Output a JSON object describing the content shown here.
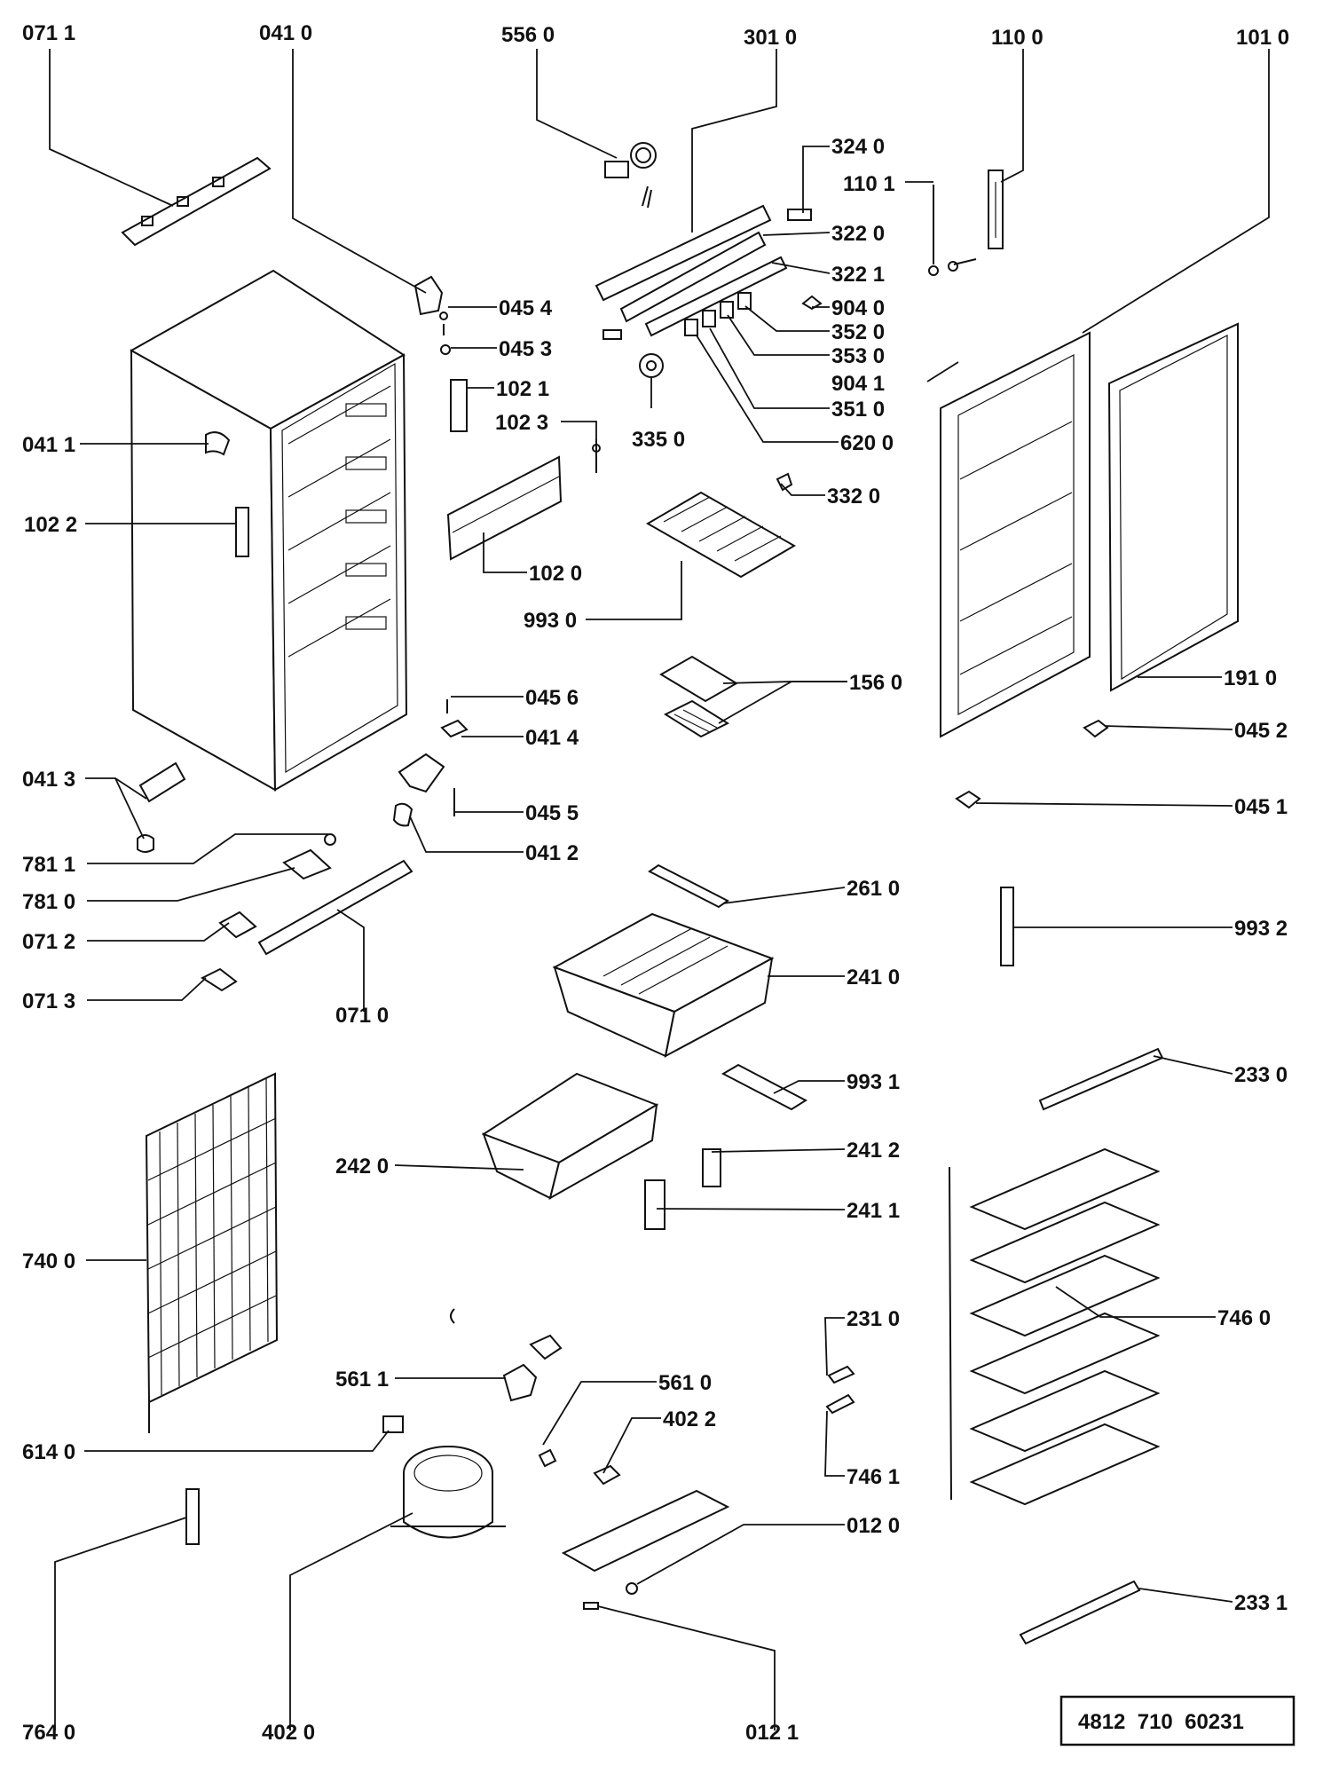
{
  "diagram": {
    "reference_number": "4812  710  60231",
    "labels": [
      "071 1",
      "041 0",
      "556 0",
      "301 0",
      "110 0",
      "101 0",
      "324 0",
      "110 1",
      "322 0",
      "322 1",
      "045 4",
      "045 3",
      "904 0",
      "352 0",
      "353 0",
      "904 1",
      "351 0",
      "620 0",
      "041 1",
      "102 1",
      "102 3",
      "335 0",
      "332 0",
      "102 2",
      "102 0",
      "993 0",
      "156 0",
      "191 0",
      "045 6",
      "041 4",
      "045 2",
      "041 3",
      "045 5",
      "045 1",
      "041 2",
      "781 1",
      "781 0",
      "261 0",
      "071 2",
      "993 2",
      "071 3",
      "241 0",
      "071 0",
      "993 1",
      "233 0",
      "242 0",
      "241 2",
      "241 1",
      "740 0",
      "746 0",
      "231 0",
      "561 1",
      "561 0",
      "402 2",
      "614 0",
      "746 1",
      "012 0",
      "233 1",
      "764 0",
      "402 0",
      "012 1"
    ]
  }
}
